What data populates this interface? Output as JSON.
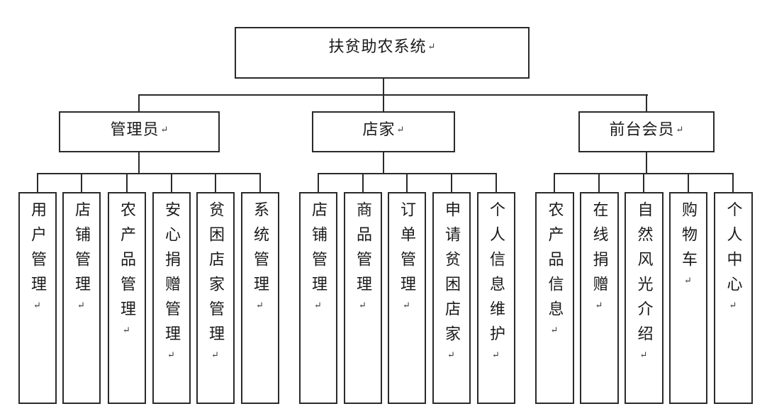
{
  "ui": {
    "return_mark": "↵"
  },
  "colors": {
    "border": "#2a2a2a",
    "background": "#ffffff",
    "text": "#1a1a1a"
  },
  "diagram": {
    "root": {
      "label": "扶贫助农系统"
    },
    "branches": [
      {
        "label": "管理员",
        "children": [
          "用户管理",
          "店铺管理",
          "农产品管理",
          "安心捐赠管理",
          "贫困店家管理",
          "系统管理"
        ]
      },
      {
        "label": "店家",
        "children": [
          "店铺管理",
          "商品管理",
          "订单管理",
          "申请贫困店家",
          "个人信息维护"
        ]
      },
      {
        "label": "前台会员",
        "children": [
          "农产品信息",
          "在线捐赠",
          "自然风光介绍",
          "购物车",
          "个人中心"
        ]
      }
    ]
  }
}
